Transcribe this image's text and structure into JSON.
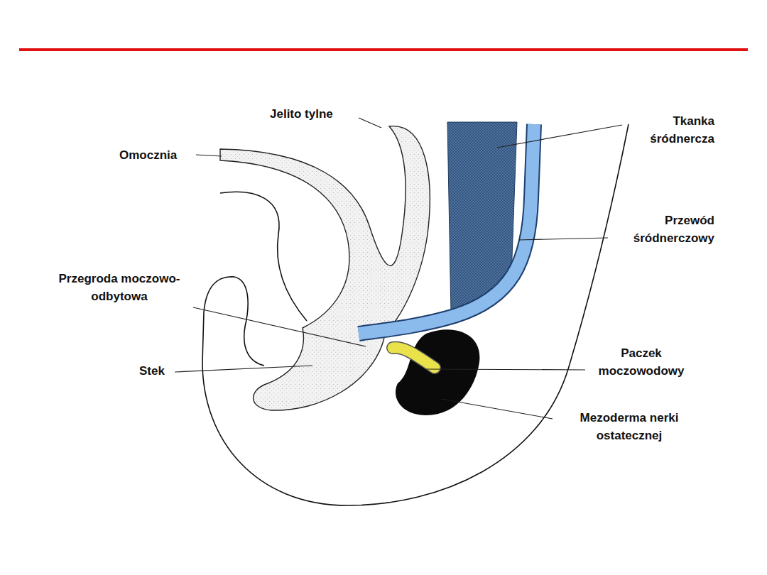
{
  "diagram": {
    "labels": [
      "Jelito tylne",
      "Omocznia",
      "Tkanka śródnercza",
      "Przewód śródnerczowy",
      "Przegroda moczowo- odbytowa",
      "Stek",
      "Paczek moczowodowy",
      "Mezoderma nerki ostatecznej"
    ]
  }
}
